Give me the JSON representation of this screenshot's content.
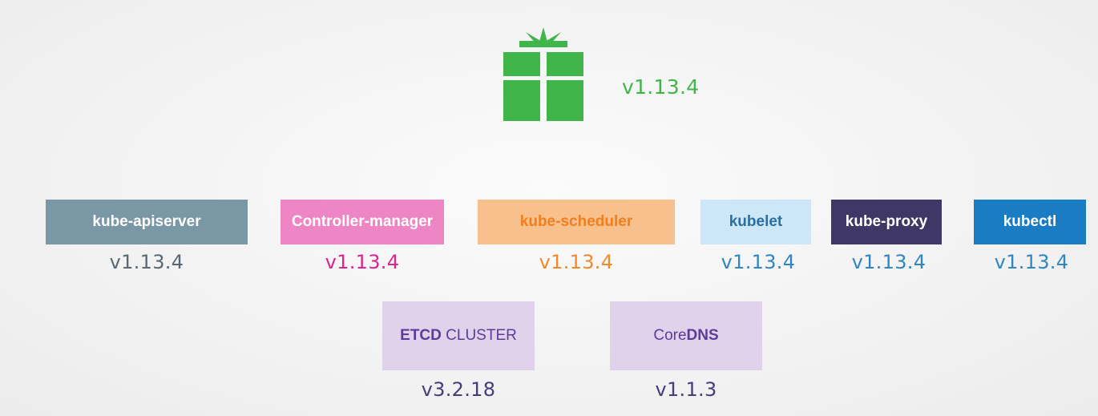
{
  "package": {
    "icon": "gift-icon",
    "version": "v1.13.4",
    "color": "#3fb54a"
  },
  "components": [
    {
      "id": "apiserver",
      "label": "kube-apiserver",
      "version": "v1.13.4",
      "bg": "#7a97a6",
      "fg": "#ffffff",
      "version_color": "#5a6872"
    },
    {
      "id": "controller-manager",
      "label": "Controller-manager",
      "version": "v1.13.4",
      "bg": "#ee85c4",
      "fg": "#ffffff",
      "version_color": "#d9258f"
    },
    {
      "id": "scheduler",
      "label": "kube-scheduler",
      "version": "v1.13.4",
      "bg": "#f7c08c",
      "fg": "#ef7f1f",
      "version_color": "#ef8a2c"
    },
    {
      "id": "kubelet",
      "label": "kubelet",
      "version": "v1.13.4",
      "bg": "#cde6f8",
      "fg": "#2b6f9e",
      "version_color": "#2f86c0"
    },
    {
      "id": "kube-proxy",
      "label": "kube-proxy",
      "version": "v1.13.4",
      "bg": "#3f3866",
      "fg": "#ffffff",
      "version_color": "#2f86c0"
    },
    {
      "id": "kubectl",
      "label": "kubectl",
      "version": "v1.13.4",
      "bg": "#1a7dc3",
      "fg": "#ffffff",
      "version_color": "#2f86c0"
    }
  ],
  "etcd": {
    "label_bold": "ETCD",
    "label_rest": " CLUSTER",
    "version": "v3.2.18"
  },
  "coredns": {
    "label_normal": "Core",
    "label_bold": "DNS",
    "version": "v1.1.3"
  },
  "secondary_version_color": "#4a3c7a"
}
